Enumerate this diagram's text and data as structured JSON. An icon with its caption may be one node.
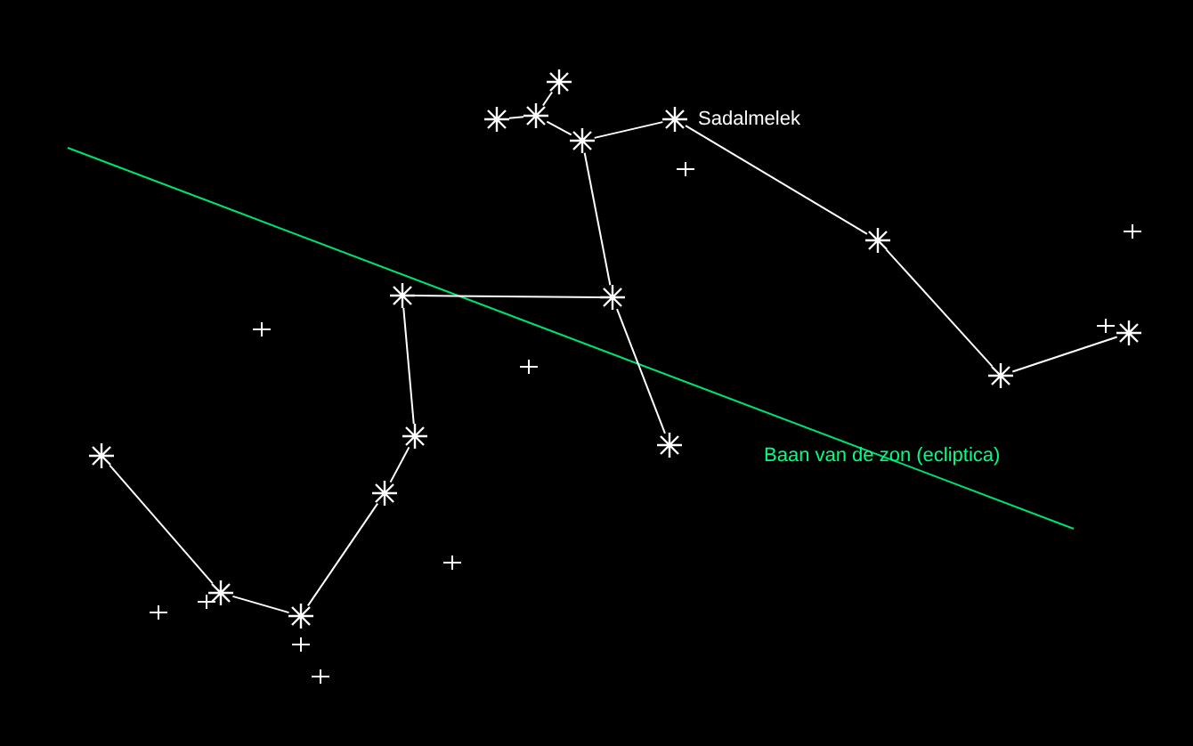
{
  "diagram": {
    "nodes": [
      {
        "text": [],
        "shape": "star"
      },
      {
        "text": [],
        "shape": "star"
      },
      {
        "text": [],
        "shape": "star"
      },
      {
        "text": [],
        "shape": "star"
      },
      {
        "text": [
          "Sadalmelek"
        ]
      },
      {
        "text": [],
        "shape": "star"
      },
      {
        "text": [],
        "shape": "star"
      },
      {
        "text": [],
        "shape": "star"
      },
      {
        "text": [],
        "shape": "star"
      },
      {
        "text": [],
        "shape": "star"
      },
      {
        "text": [],
        "shape": "star"
      },
      {
        "text": [],
        "shape": "star"
      },
      {
        "text": [],
        "shape": "star"
      },
      {
        "text": [],
        "shape": "star"
      },
      {
        "text": [],
        "shape": "star"
      },
      {
        "text": [],
        "shape": "star"
      }
    ],
    "edges": [
      {
        "from": 0,
        "to": 1,
        "arrow": "none"
      },
      {
        "from": 2,
        "to": 1,
        "arrow": "none"
      },
      {
        "from": 1,
        "to": 3,
        "arrow": "none"
      },
      {
        "from": 3,
        "to": 4,
        "arrow": "none"
      },
      {
        "from": 4,
        "to": 5,
        "arrow": "none"
      },
      {
        "from": 5,
        "to": 6,
        "arrow": "none"
      },
      {
        "from": 6,
        "to": 7,
        "arrow": "none"
      },
      {
        "from": 3,
        "to": 9,
        "arrow": "none"
      },
      {
        "from": 8,
        "to": 9,
        "arrow": "none"
      },
      {
        "from": 9,
        "to": 10,
        "arrow": "none"
      },
      {
        "from": 8,
        "to": 11,
        "arrow": "none"
      },
      {
        "from": 11,
        "to": 12,
        "arrow": "none"
      },
      {
        "from": 12,
        "to": 13,
        "arrow": "none"
      },
      {
        "from": 13,
        "to": 14,
        "arrow": "none"
      },
      {
        "from": 14,
        "to": 15,
        "arrow": "none"
      }
    ],
    "labels": [
      "Baan van de zon (ecliptica)"
    ]
  }
}
